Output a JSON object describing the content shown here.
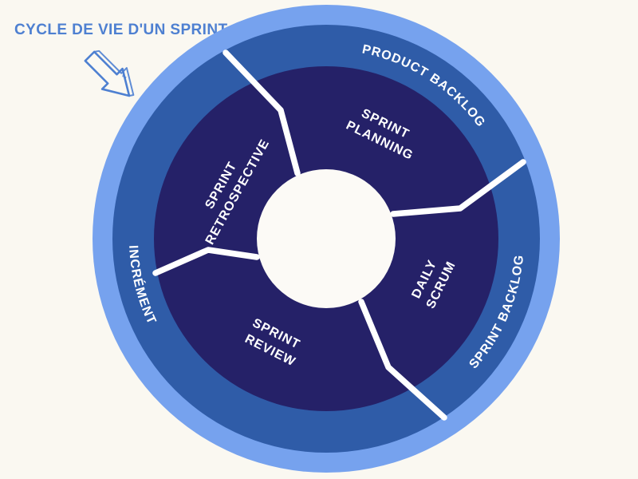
{
  "title": "CYCLE DE VIE D'UN SPRINT",
  "icons": {
    "arrow": "hand-drawn-arrow-down-right"
  },
  "colors": {
    "background": "#faf8f1",
    "outer_ring": "#76a2ee",
    "middle_ring": "#2f5ca8",
    "inner_disk": "#252168",
    "hub": "#fcfaf6",
    "divider": "#ffffff",
    "label_text": "#ffffff",
    "title_text": "#4e80d1"
  },
  "diagram": {
    "type": "sprint-lifecycle-circular-diagram",
    "ring_labels": {
      "product_backlog": "PRODUCT BACKLOG",
      "sprint_backlog": "SPRINT BACKLOG",
      "increment": "INCRÉMENT"
    },
    "segments": [
      {
        "id": "sprint-planning",
        "line1": "SPRINT",
        "line2": "PLANNING"
      },
      {
        "id": "daily-scrum",
        "line1": "DAILY",
        "line2": "SCRUM"
      },
      {
        "id": "sprint-review",
        "line1": "SPRINT",
        "line2": "REVIEW"
      },
      {
        "id": "sprint-retrospective",
        "line1": "SPRINT",
        "line2": "RETROSPECTIVE"
      }
    ]
  }
}
